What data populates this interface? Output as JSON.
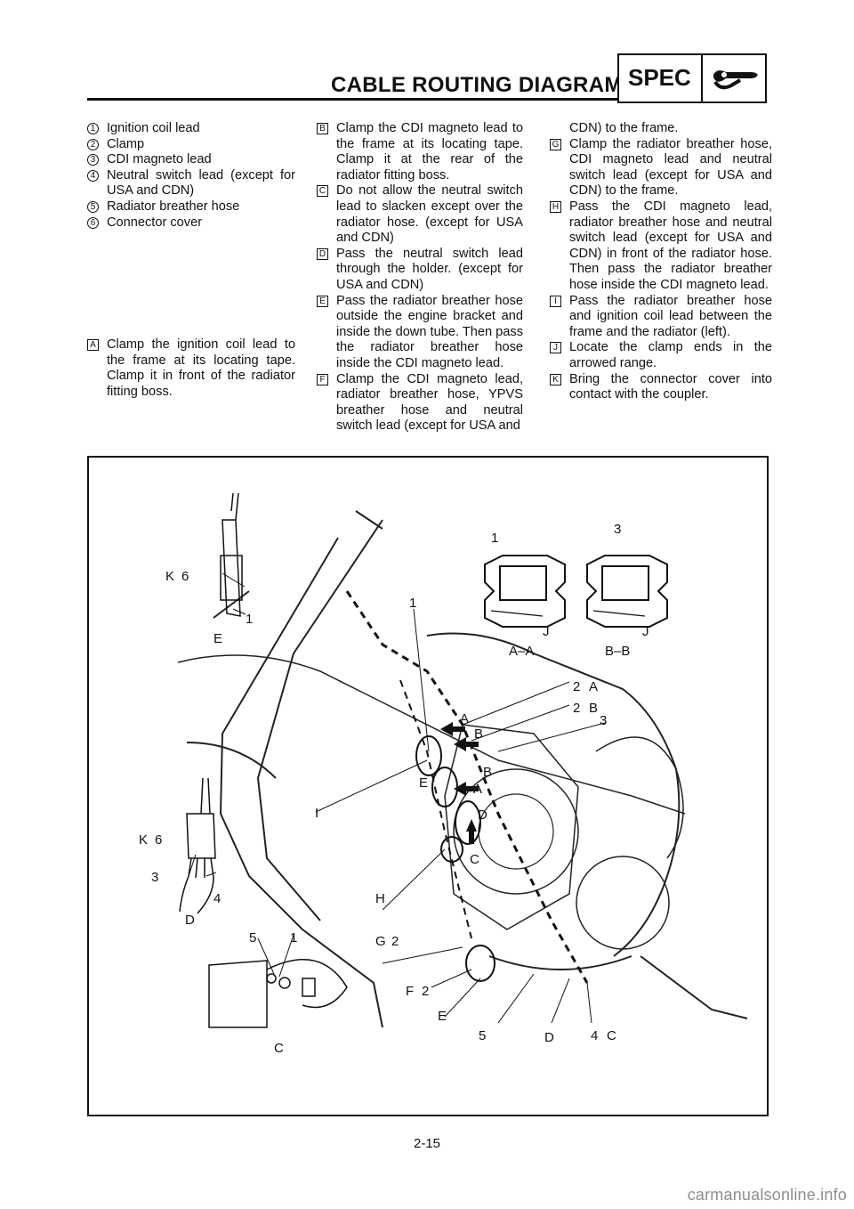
{
  "header": {
    "title": "CABLE ROUTING DIAGRAM",
    "badge": "SPEC"
  },
  "legend": {
    "numbered": [
      {
        "n": "1",
        "text": "Ignition coil lead"
      },
      {
        "n": "2",
        "text": "Clamp"
      },
      {
        "n": "3",
        "text": "CDI magneto lead"
      },
      {
        "n": "4",
        "text": "Neutral switch lead (except for USA and CDN)"
      },
      {
        "n": "5",
        "text": "Radiator breather hose"
      },
      {
        "n": "6",
        "text": "Connector cover"
      }
    ],
    "lettered_col1": [
      {
        "n": "A",
        "text": "Clamp the ignition coil lead to the frame at its locating tape. Clamp it in front of the radiator fitting boss."
      }
    ],
    "lettered_col2": [
      {
        "n": "B",
        "text": "Clamp the CDI magneto lead to the frame at its locating tape. Clamp it at the rear of the radiator fitting boss."
      },
      {
        "n": "C",
        "text": "Do not allow the neutral switch lead to slacken except over the radiator hose. (except for USA and CDN)"
      },
      {
        "n": "D",
        "text": "Pass the neutral switch lead through the holder. (except for USA and CDN)"
      },
      {
        "n": "E",
        "text": "Pass the radiator breather hose outside the engine bracket and inside the down tube. Then pass the radiator breather hose inside the CDI magneto lead."
      },
      {
        "n": "F",
        "text": "Clamp the CDI magneto lead, radiator breather hose, YPVS breather hose and neutral switch lead (except for USA and"
      }
    ],
    "col3_continuation": "CDN) to the frame.",
    "lettered_col3": [
      {
        "n": "G",
        "text": "Clamp the radiator breather hose, CDI magneto lead and neutral switch lead (except for USA and CDN) to the frame."
      },
      {
        "n": "H",
        "text": "Pass the CDI magneto lead, radiator breather hose and neutral switch lead (except for USA and CDN) in front of the radiator hose. Then pass the radiator breather hose inside the CDI magneto lead."
      },
      {
        "n": "I",
        "text": "Pass the radiator breather hose and ignition coil lead between the frame and the radiator (left)."
      },
      {
        "n": "J",
        "text": "Locate the clamp ends in the arrowed range."
      },
      {
        "n": "K",
        "text": "Bring the connector cover into contact with the coupler."
      }
    ]
  },
  "figure": {
    "section_aa": "A–A",
    "section_bb": "B–B",
    "view_e": "E",
    "view_d": "D",
    "view_c": "C",
    "callouts": [
      "1",
      "2",
      "3",
      "4",
      "5",
      "6",
      "A",
      "B",
      "C",
      "D",
      "E",
      "F",
      "G",
      "H",
      "I",
      "J",
      "K"
    ]
  },
  "footer": {
    "page_number": "2-15",
    "watermark": "carmanualsonline.info"
  }
}
